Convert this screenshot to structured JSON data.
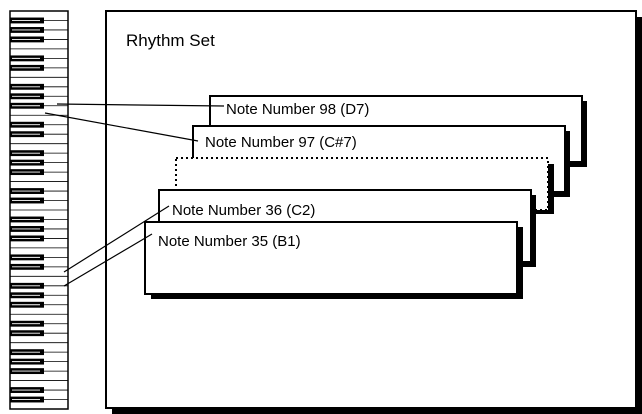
{
  "panel": {
    "title": "Rhythm Set"
  },
  "cards": [
    {
      "label": "Note Number 98 (D7)"
    },
    {
      "label": "Note Number 97 (C#7)"
    },
    {
      "label": ""
    },
    {
      "label": "Note Number 36 (C2)"
    },
    {
      "label": "Note Number 35 (B1)"
    }
  ],
  "colors": {
    "line": "#000000",
    "shadow": "#000000",
    "background": "#ffffff",
    "black_key": "#000000"
  },
  "keyboard": {
    "orientation": "vertical",
    "white_key_count": 42,
    "octave_pattern": "C D E F G A B"
  }
}
